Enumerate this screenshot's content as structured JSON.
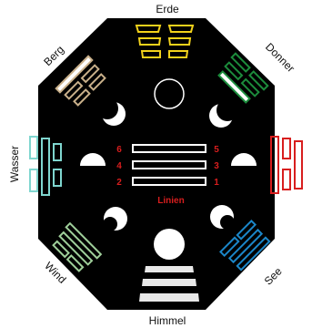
{
  "labels": {
    "top": "Erde",
    "top_right": "Donner",
    "right": "",
    "bottom_right": "See",
    "bottom": "Himmel",
    "bottom_left": "Wind",
    "left": "Wasser",
    "top_left": "Berg"
  },
  "center": {
    "caption": "Linien",
    "left_numbers": [
      "6",
      "4",
      "2"
    ],
    "right_numbers": [
      "5",
      "3",
      "1"
    ]
  },
  "colors": {
    "board": "#000000",
    "erde": "#f2d21b",
    "donner": "#1c8c3c",
    "feuer": "#d81e1e",
    "see": "#1b86c8",
    "himmel": "#e8e8e8",
    "wind": "#9fcf9a",
    "wasser": "#7fd6cf",
    "berg": "#c9b08a",
    "linien": "#d81e1e"
  }
}
